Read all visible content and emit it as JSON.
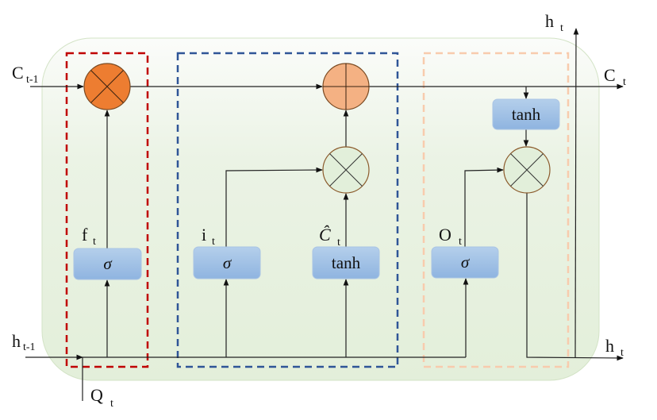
{
  "labels": {
    "c_prev": "C",
    "c_prev_sub": "t-1",
    "h_prev": "h",
    "h_prev_sub": "t-1",
    "q": "Q",
    "q_sub": "t",
    "f": "f",
    "f_sub": "t",
    "i": "i",
    "i_sub": "t",
    "c_hat": "Ĉ",
    "c_hat_sub": "t",
    "o": "O",
    "o_sub": "t",
    "h_top": "h",
    "h_top_sub": "t",
    "c_out": "C",
    "c_out_sub": "t",
    "h_out": "h",
    "h_out_sub": "t"
  },
  "boxes": {
    "forget_sigma": "σ",
    "input_sigma": "σ",
    "candidate_tanh": "tanh",
    "output_sigma": "σ",
    "cell_tanh": "tanh"
  },
  "colors": {
    "forget_gate_border": "#c00000",
    "input_gate_border": "#2f5597",
    "output_gate_border": "#f8cbad",
    "multiply_forget": "#ed7d31",
    "add_node": "#f4b183",
    "multiply_light": "#e2efda",
    "box_fill": "#9dc3e6"
  }
}
